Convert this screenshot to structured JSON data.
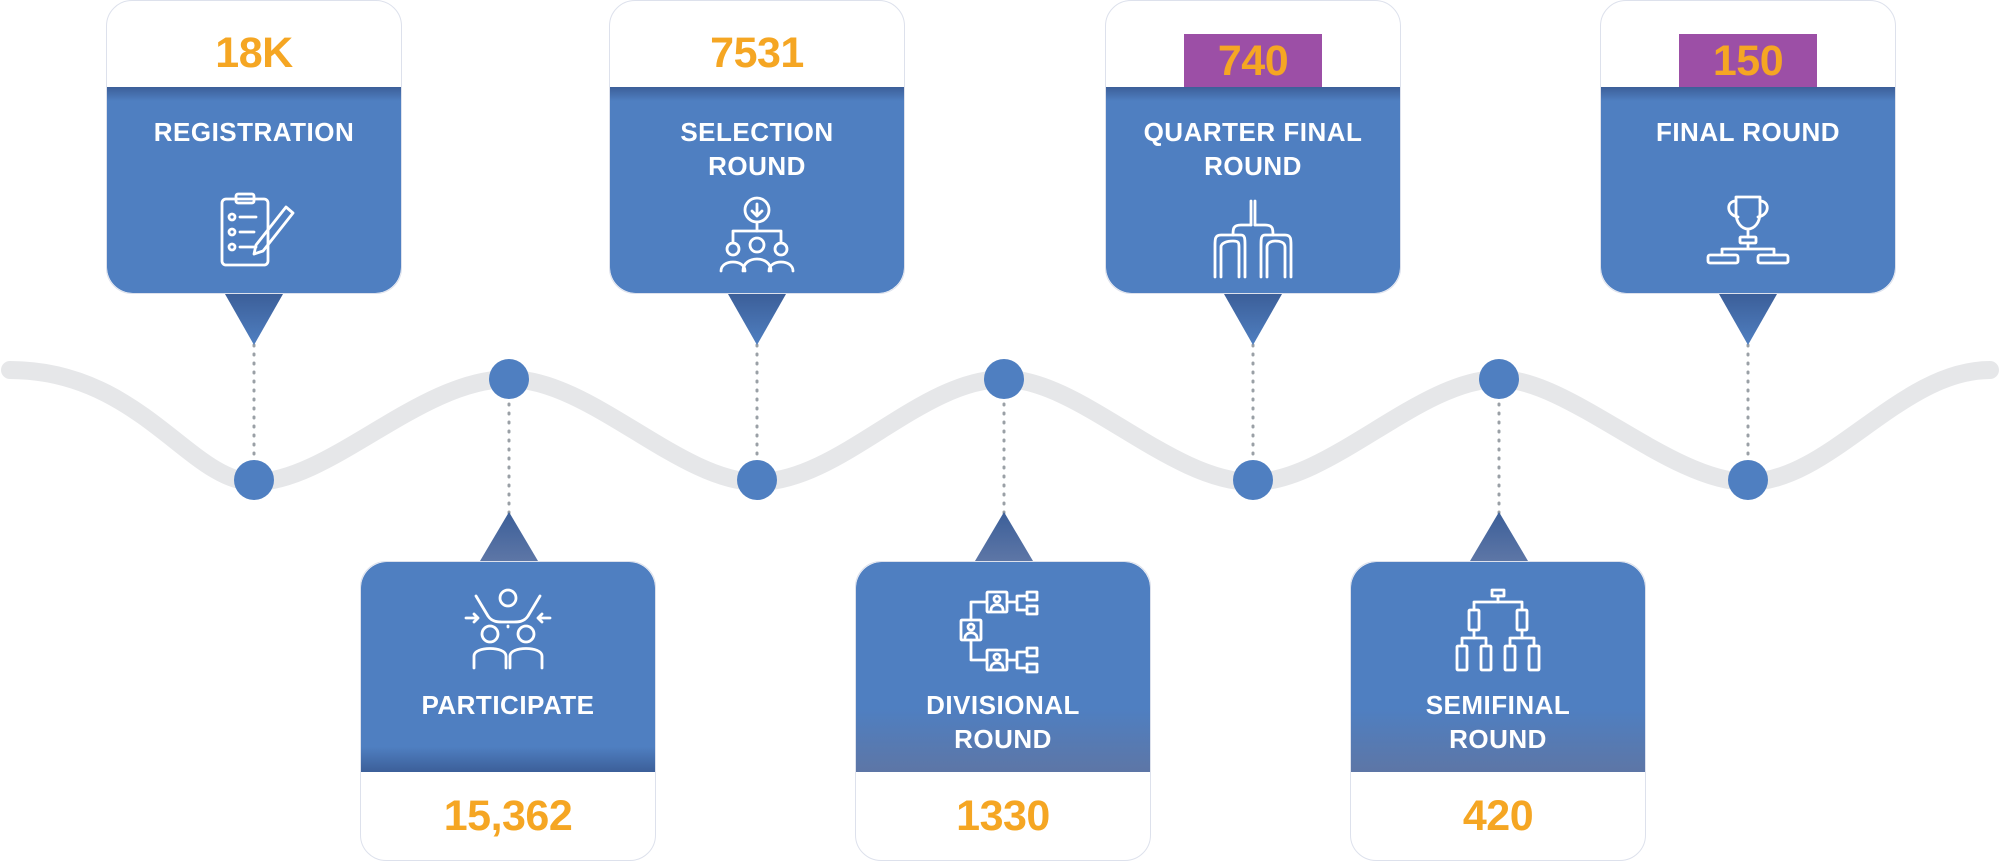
{
  "stages": [
    {
      "label": "REGISTRATION",
      "count": "18K",
      "icon": "clipboard-pen-icon"
    },
    {
      "label": "PARTICIPATE",
      "count": "15,362",
      "icon": "crowd-icon"
    },
    {
      "label": "SELECTION ROUND",
      "label_lines": [
        "SELECTION",
        "ROUND"
      ],
      "count": "7531",
      "icon": "group-selection-icon"
    },
    {
      "label": "DIVISIONAL ROUND",
      "label_lines": [
        "DIVISIONAL",
        "ROUND"
      ],
      "count": "1330",
      "icon": "division-bracket-icon"
    },
    {
      "label": "QUARTER FINAL ROUND",
      "label_lines": [
        "QUARTER FINAL",
        "ROUND"
      ],
      "count": "740",
      "icon": "bracket-fork-icon"
    },
    {
      "label": "SEMIFINAL ROUND",
      "label_lines": [
        "SEMIFINAL",
        "ROUND"
      ],
      "count": "420",
      "icon": "tournament-tree-icon"
    },
    {
      "label": "FINAL ROUND",
      "count": "150",
      "icon": "trophy-icon"
    }
  ],
  "colors": {
    "panel": "#4f7fc1",
    "panel_dark": "#3c5f99",
    "number": "#f5a623",
    "badge": "#9c4fa6",
    "wave": "#e6e7e9",
    "node": "#4f7fc1",
    "dots": "#9aa0a6"
  }
}
